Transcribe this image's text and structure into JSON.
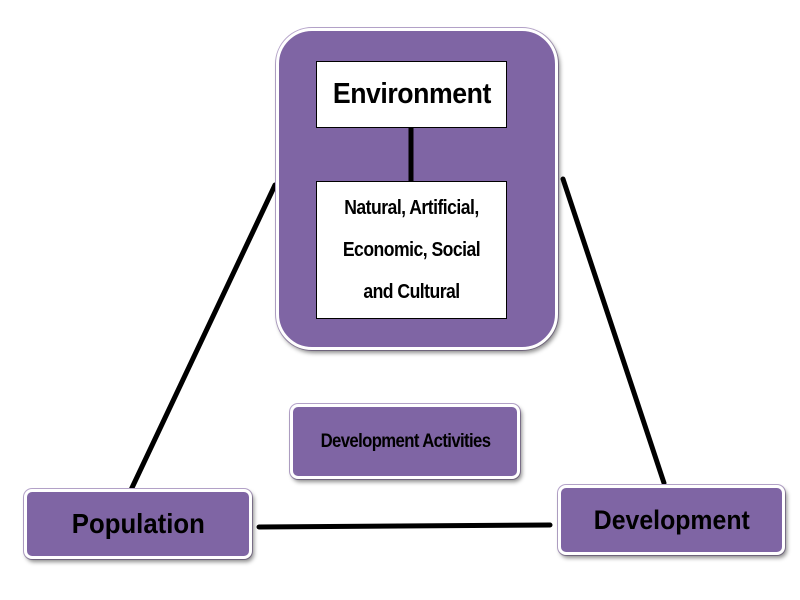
{
  "colors": {
    "box_fill": "#7f65a4",
    "line": "#000000",
    "text": "#000000",
    "background": "#ffffff"
  },
  "environment": {
    "title": "Environment",
    "types": "Natural, Artificial, Economic, Social and Cultural"
  },
  "center": {
    "label": "Development Activities"
  },
  "population": {
    "label": "Population"
  },
  "development": {
    "label": "Development"
  }
}
